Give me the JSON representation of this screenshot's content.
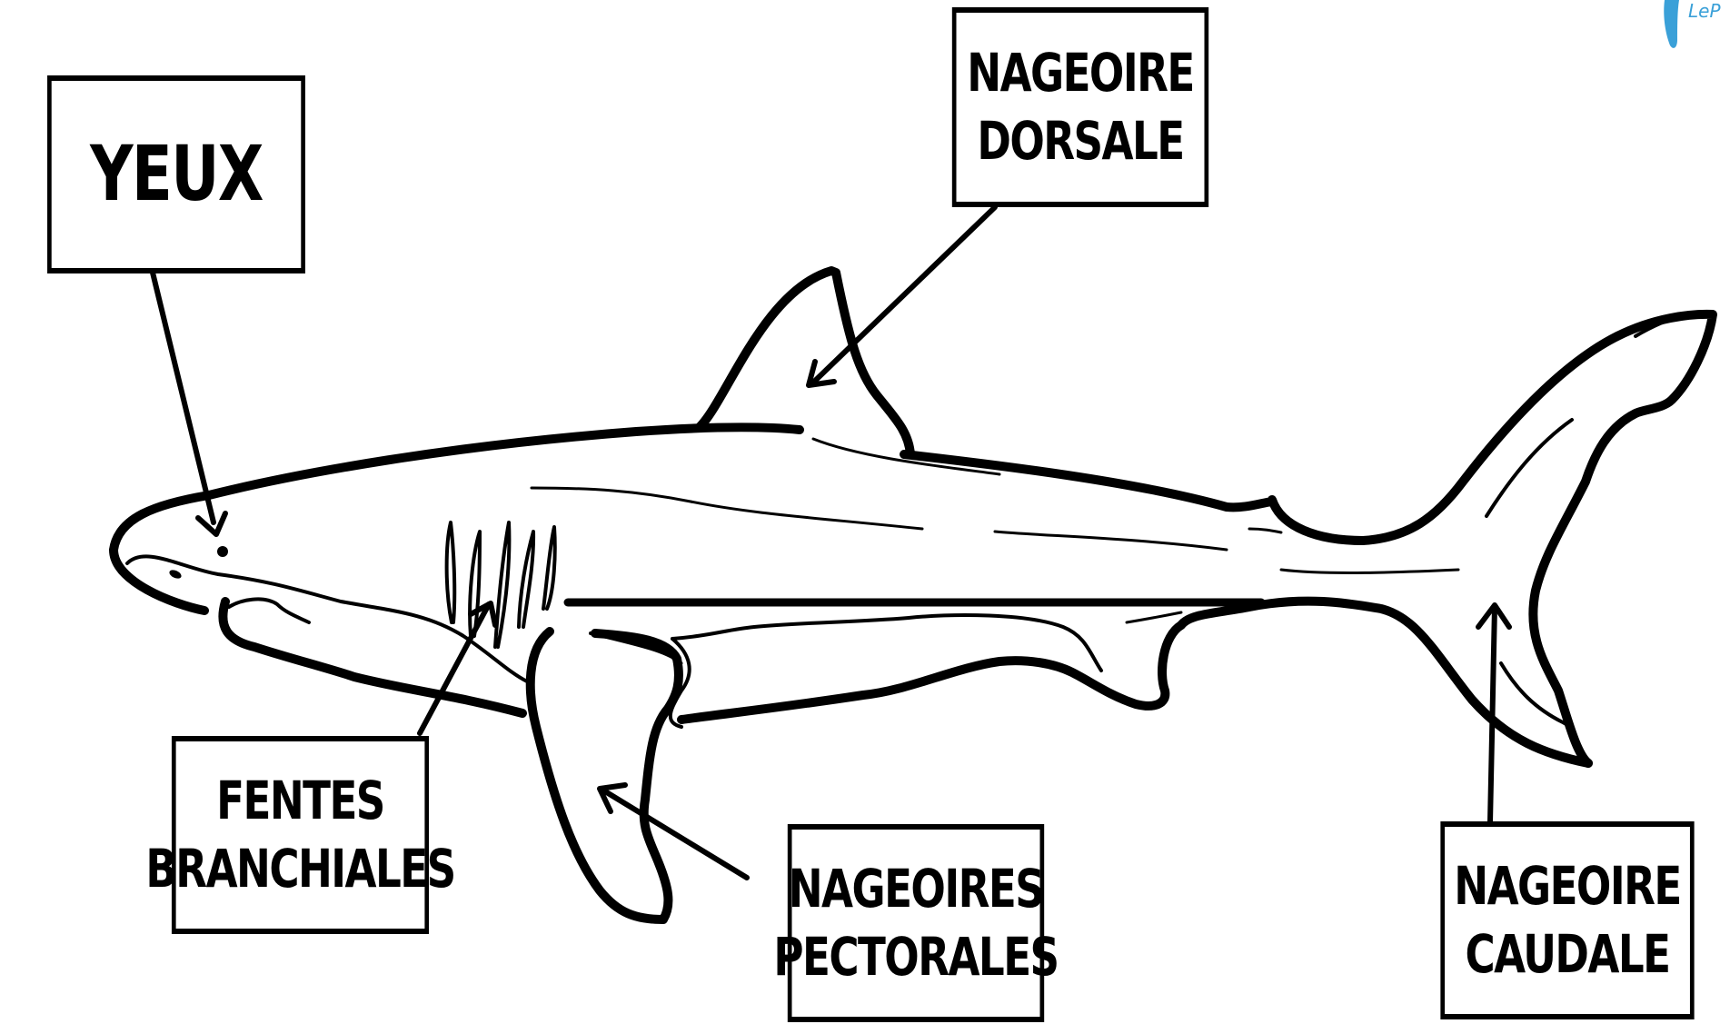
{
  "labels": {
    "yeux": [
      "YEUX"
    ],
    "dorsale": [
      "NAGEOIRE",
      "DORSALE"
    ],
    "branchiales": [
      "FENTES",
      "BRANCHIALES"
    ],
    "pectorales": [
      "NAGEOIRES",
      "PECTORALES"
    ],
    "caudale": [
      "NAGEOIRE",
      "CAUDALE"
    ]
  },
  "logo": {
    "text": "LeP",
    "icon": "tooth-icon",
    "color": "#3aa0d8"
  },
  "colors": {
    "ink": "#000000",
    "background": "#ffffff"
  }
}
